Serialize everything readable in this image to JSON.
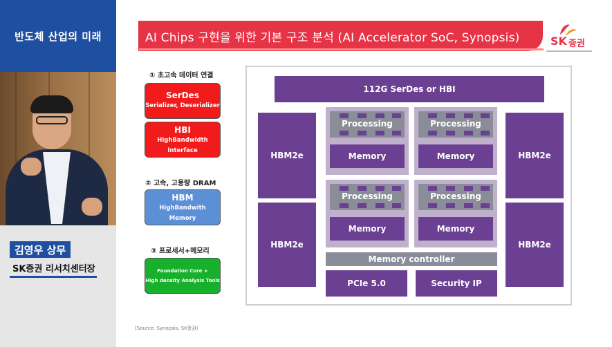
{
  "sidebar": {
    "series_title": "반도체 산업의 미래",
    "speaker_name": "김영우 상무",
    "speaker_title": "SK증권 리서치센터장"
  },
  "slide": {
    "title": "AI Chips 구현을 위한 기본 구조 분석 (AI Accelerator SoC, Synopsis)",
    "logo_text": "SK",
    "logo_sub": "증권",
    "source": "(Source: Synopsis, SK증권)"
  },
  "legend": {
    "section1": "① 초고속 데이터 연결",
    "serdes_main": "SerDes",
    "serdes_sub": "Serializer, Deserializer",
    "hbi_main": "HBI",
    "hbi_sub1": "HighBandwidth",
    "hbi_sub2": "Interface",
    "section2": "② 고속, 고용량 DRAM",
    "hbm_main": "HBM",
    "hbm_sub1": "HighBandwith",
    "hbm_sub2": "Memory",
    "section3": "③ 프로세서+메모리",
    "fc_sub1": "Foundation Core +",
    "fc_sub2": "High density Analysis Tools"
  },
  "diagram": {
    "top_bar": "112G SerDes or HBI",
    "hbm_left_top": "HBM2e",
    "hbm_left_bottom": "HBM2e",
    "hbm_right_top": "HBM2e",
    "hbm_right_bottom": "HBM2e",
    "processing": [
      "Processing",
      "Processing",
      "Processing",
      "Processing"
    ],
    "memory": [
      "Memory",
      "Memory",
      "Memory",
      "Memory"
    ],
    "memory_controller": "Memory controller",
    "pcie": "PCIe 5.0",
    "security": "Security IP"
  },
  "colors": {
    "brand_red": "#e63346",
    "brand_blue": "#1f4fa0",
    "chip_purple": "#6b3f92",
    "serdes_red": "#f21b1b",
    "hbm_blue": "#5b8fd6",
    "foundation_green": "#17b02a"
  }
}
